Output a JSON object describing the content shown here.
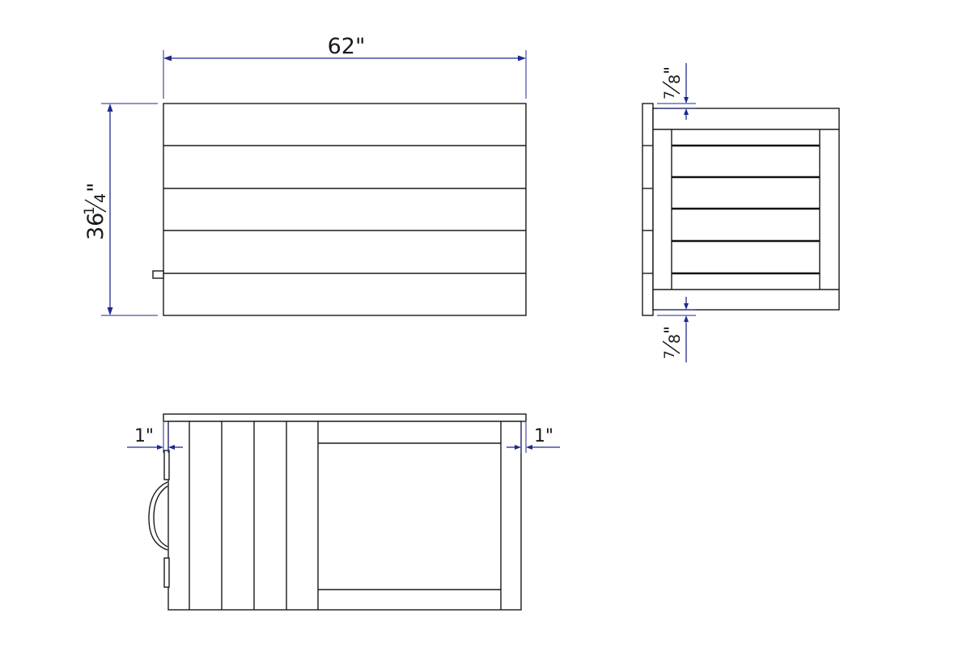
{
  "views": {
    "top": {
      "width_label": "62\"",
      "height_label_whole": "36",
      "height_label_num": "1",
      "height_label_den": "4",
      "height_label_inch": "\""
    },
    "side": {
      "top_gap_num": "7",
      "top_gap_den": "8",
      "top_gap_inch": "\"",
      "bottom_gap_num": "7",
      "bottom_gap_den": "8",
      "bottom_gap_inch": "\""
    },
    "front": {
      "left_overhang_label": "1\"",
      "right_overhang_label": "1\""
    }
  },
  "colors": {
    "dimension_line": "#1f2a8c",
    "outline": "#1a1a1a"
  }
}
